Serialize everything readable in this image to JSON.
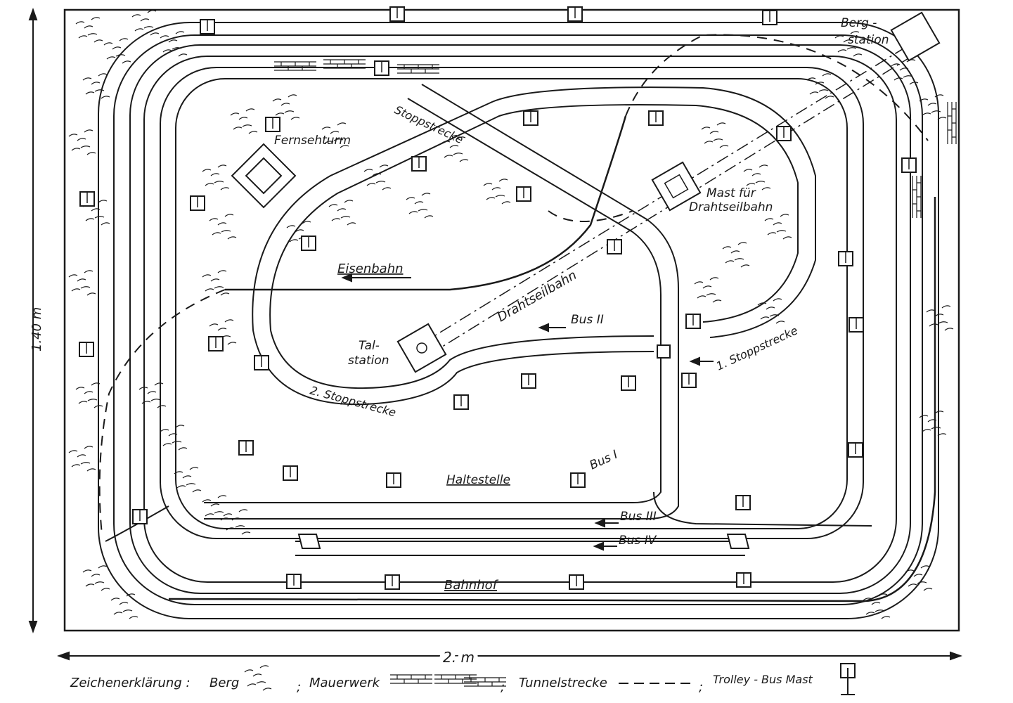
{
  "labels": {
    "berg_station_1": "Berg -",
    "berg_station_2": "station",
    "fernsehturm": "Fernsehturm",
    "stoppstrecke_top": "Stoppstrecke",
    "mast_1": "Mast für",
    "mast_2": "Drahtseilbahn",
    "eisenbahn": "Eisenbahn",
    "drahtseilbahn": "Drahtseilbahn",
    "bus2": "Bus II",
    "tal_1": "Tal-",
    "tal_2": "station",
    "stopp1": "1. Stoppstrecke",
    "stopp2": "2. Stoppstrecke",
    "bus1": "Bus I",
    "haltestelle": "Haltestelle",
    "bus3": "Bus III",
    "bus4": "Bus IV",
    "bahnhof": "Bahnhof",
    "height": "1.40 m",
    "width": "2. m"
  },
  "legend": {
    "prefix": "Zeichenerklärung :",
    "berg": "Berg",
    "sep1": ";",
    "mauerwerk": "Mauerwerk",
    "sep2": ";",
    "tunnel": "Tunnelstrecke",
    "sep3": ";",
    "mast": "Trolley - Bus Mast"
  }
}
